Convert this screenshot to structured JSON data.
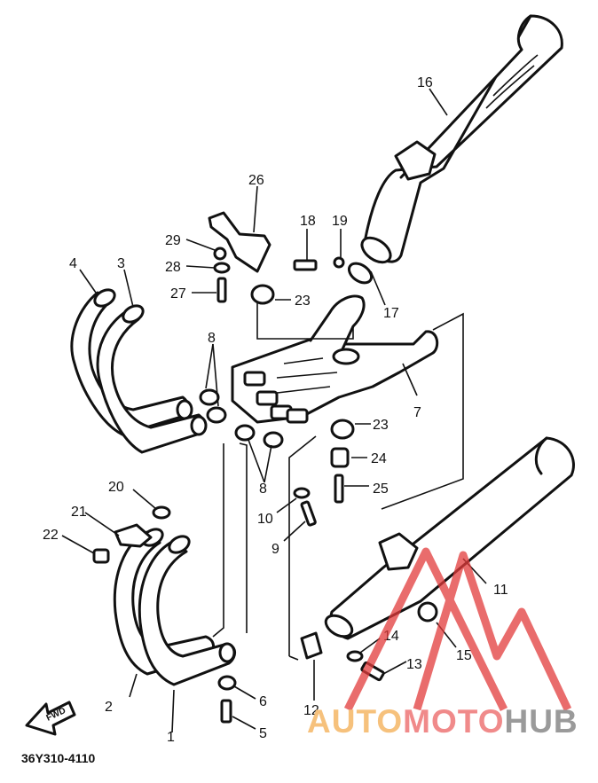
{
  "diagram": {
    "part_code": "36Y310-4110",
    "labels": [
      {
        "id": "1",
        "text": "1"
      },
      {
        "id": "2",
        "text": "2"
      },
      {
        "id": "3",
        "text": "3"
      },
      {
        "id": "4",
        "text": "4"
      },
      {
        "id": "5",
        "text": "5"
      },
      {
        "id": "6",
        "text": "6"
      },
      {
        "id": "7",
        "text": "7"
      },
      {
        "id": "8a",
        "text": "8"
      },
      {
        "id": "8b",
        "text": "8"
      },
      {
        "id": "9",
        "text": "9"
      },
      {
        "id": "10",
        "text": "10"
      },
      {
        "id": "11",
        "text": "11"
      },
      {
        "id": "12",
        "text": "12"
      },
      {
        "id": "13",
        "text": "13"
      },
      {
        "id": "14",
        "text": "14"
      },
      {
        "id": "15",
        "text": "15"
      },
      {
        "id": "16",
        "text": "16"
      },
      {
        "id": "17",
        "text": "17"
      },
      {
        "id": "18",
        "text": "18"
      },
      {
        "id": "19",
        "text": "19"
      },
      {
        "id": "20",
        "text": "20"
      },
      {
        "id": "21",
        "text": "21"
      },
      {
        "id": "22",
        "text": "22"
      },
      {
        "id": "23a",
        "text": "23"
      },
      {
        "id": "23b",
        "text": "23"
      },
      {
        "id": "24",
        "text": "24"
      },
      {
        "id": "25",
        "text": "25"
      },
      {
        "id": "26",
        "text": "26"
      },
      {
        "id": "27",
        "text": "27"
      },
      {
        "id": "28",
        "text": "28"
      },
      {
        "id": "29",
        "text": "29"
      }
    ],
    "fwd_arrow_text": "FWD"
  },
  "watermark": {
    "word_part1": "AUTO",
    "word_part2": "MOTO",
    "word_part3": "HUB",
    "color_red": "#e23b3b",
    "color_orange": "#f6c17c",
    "color_gray": "#9a9a9a"
  }
}
